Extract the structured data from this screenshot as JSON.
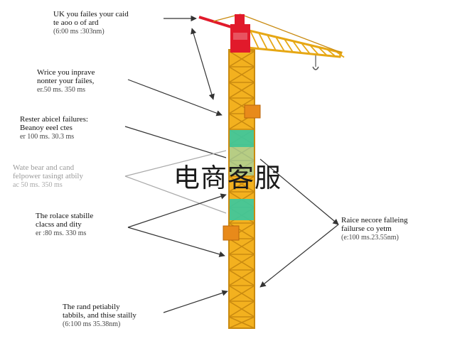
{
  "colors": {
    "mast": "#f3b11f",
    "mast_lattice": "#c98a10",
    "mast_highlight": "#38c9a0",
    "jib": "#e6a714",
    "cab": "#e11a2b",
    "box": "#e88a1a",
    "arrow": "#333333"
  },
  "annotations": [
    {
      "id": "a1",
      "heading_lines": [
        "UK you failes your caid",
        "te aoo o of ard"
      ],
      "sub": "(6:00 ms :303nm)"
    },
    {
      "id": "a2",
      "heading_lines": [
        "Wrice you inprave",
        "nonter your failes,"
      ],
      "sub": "er.50 ms. 350 ms"
    },
    {
      "id": "a3",
      "heading_lines": [
        "Rester abicel failures:",
        "Beanoy eeel ctes"
      ],
      "sub": "er 100 ms. 30.3 ms"
    },
    {
      "id": "a4",
      "heading_lines": [
        "Wate bear and cand",
        "felpower tasingt atbily"
      ],
      "sub": "ac 50 ms. 350 ms"
    },
    {
      "id": "a5",
      "heading_lines": [
        "The rolace stabille",
        "clacss and dity"
      ],
      "sub": "er :80 ms. 330 ms"
    },
    {
      "id": "a6",
      "heading_lines": [
        "Raice necore falleing",
        "failurse co yetm"
      ],
      "sub": "(e:100 ms.23.55nm)"
    },
    {
      "id": "a7",
      "heading_lines": [
        "The rand petiabily",
        "tabbils, and thise stailly"
      ],
      "sub": "(6:100 ms 35.38nm)"
    }
  ],
  "watermark": "电商客服"
}
